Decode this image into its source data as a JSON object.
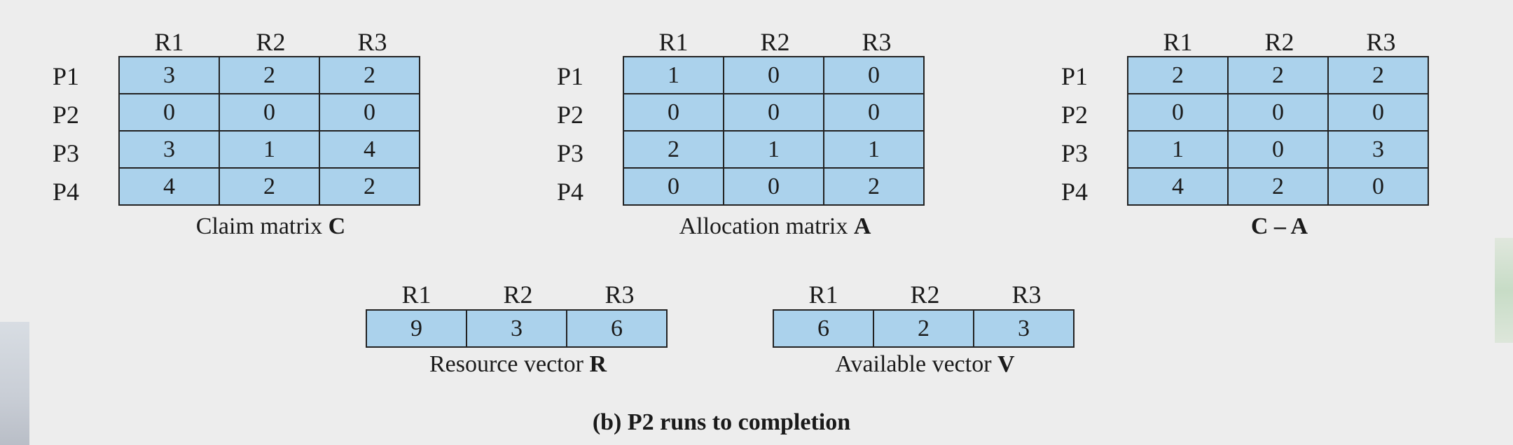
{
  "claim": {
    "columns": [
      "R1",
      "R2",
      "R3"
    ],
    "rows": [
      "P1",
      "P2",
      "P3",
      "P4"
    ],
    "cells": [
      [
        "3",
        "2",
        "2"
      ],
      [
        "0",
        "0",
        "0"
      ],
      [
        "3",
        "1",
        "4"
      ],
      [
        "4",
        "2",
        "2"
      ]
    ],
    "caption_text": "Claim matrix ",
    "caption_bold": "C"
  },
  "allocation": {
    "columns": [
      "R1",
      "R2",
      "R3"
    ],
    "rows": [
      "P1",
      "P2",
      "P3",
      "P4"
    ],
    "cells": [
      [
        "1",
        "0",
        "0"
      ],
      [
        "0",
        "0",
        "0"
      ],
      [
        "2",
        "1",
        "1"
      ],
      [
        "0",
        "0",
        "2"
      ]
    ],
    "caption_text": "Allocation matrix ",
    "caption_bold": "A"
  },
  "need": {
    "columns": [
      "R1",
      "R2",
      "R3"
    ],
    "rows": [
      "P1",
      "P2",
      "P3",
      "P4"
    ],
    "cells": [
      [
        "2",
        "2",
        "2"
      ],
      [
        "0",
        "0",
        "0"
      ],
      [
        "1",
        "0",
        "3"
      ],
      [
        "4",
        "2",
        "0"
      ]
    ],
    "caption_text": "",
    "caption_bold": "C – A"
  },
  "resource": {
    "columns": [
      "R1",
      "R2",
      "R3"
    ],
    "cells": [
      "9",
      "3",
      "6"
    ],
    "caption_text": "Resource vector ",
    "caption_bold": "R"
  },
  "available": {
    "columns": [
      "R1",
      "R2",
      "R3"
    ],
    "cells": [
      "6",
      "2",
      "3"
    ],
    "caption_text": "Available vector ",
    "caption_bold": "V"
  },
  "figure_caption": "(b) P2 runs to completion",
  "colors": {
    "cell_fill": "#abd2ec",
    "background": "#ededed",
    "border": "#222222"
  }
}
